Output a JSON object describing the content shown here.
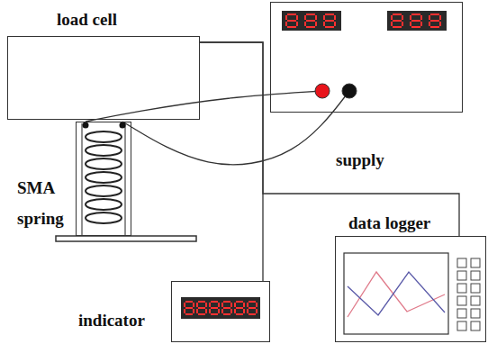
{
  "diagram": {
    "nodes": [
      {
        "text": [
          "load cell"
        ]
      },
      {
        "text": [
          "SMA spring"
        ]
      },
      {
        "text": [
          "supply"
        ]
      },
      {
        "text": [
          "data logger"
        ]
      },
      {
        "text": [
          "indicator"
        ]
      }
    ],
    "edges": [
      {
        "from": 0,
        "to": 4,
        "arrow": "none"
      },
      {
        "from": 0,
        "to": 3,
        "arrow": "none"
      },
      {
        "from": 2,
        "to": 1,
        "arrow": "none"
      },
      {
        "from": 2,
        "to": 1,
        "arrow": "none"
      }
    ]
  }
}
